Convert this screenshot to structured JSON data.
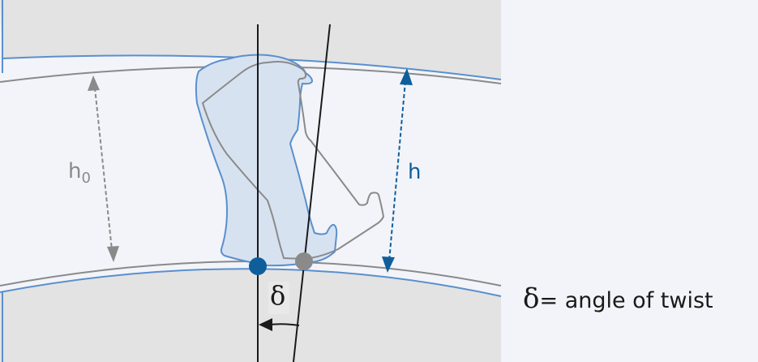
{
  "labels": {
    "h0_main": "h",
    "h0_sub": "0",
    "h": "h",
    "delta": "δ",
    "legend_symbol": "δ",
    "legend_text": "= angle of twist"
  },
  "colors": {
    "background": "#f2f4f9",
    "rim": "#e3e3e3",
    "blue_line": "#5b8fcc",
    "blue_fill": "#d7e2f1",
    "gray_line": "#8a8a8a",
    "accent_blue": "#0f5e9c",
    "black": "#1a1a1a"
  }
}
